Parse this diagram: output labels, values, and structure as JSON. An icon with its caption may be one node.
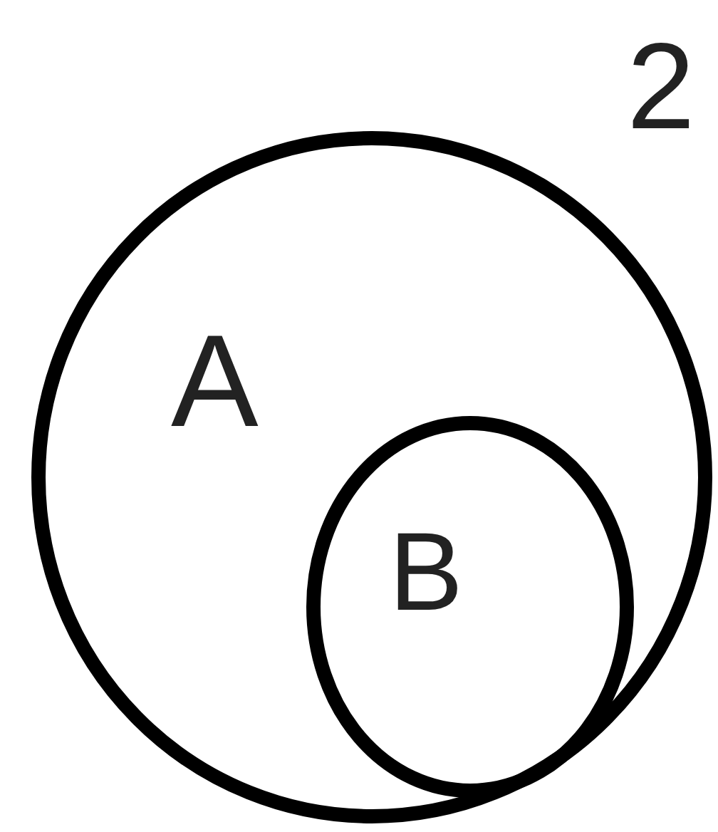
{
  "diagram": {
    "nodes": [
      {
        "text": [
          "A"
        ]
      },
      {
        "text": [
          "B"
        ],
        "in": 0
      }
    ],
    "labels": [
      "2"
    ]
  }
}
